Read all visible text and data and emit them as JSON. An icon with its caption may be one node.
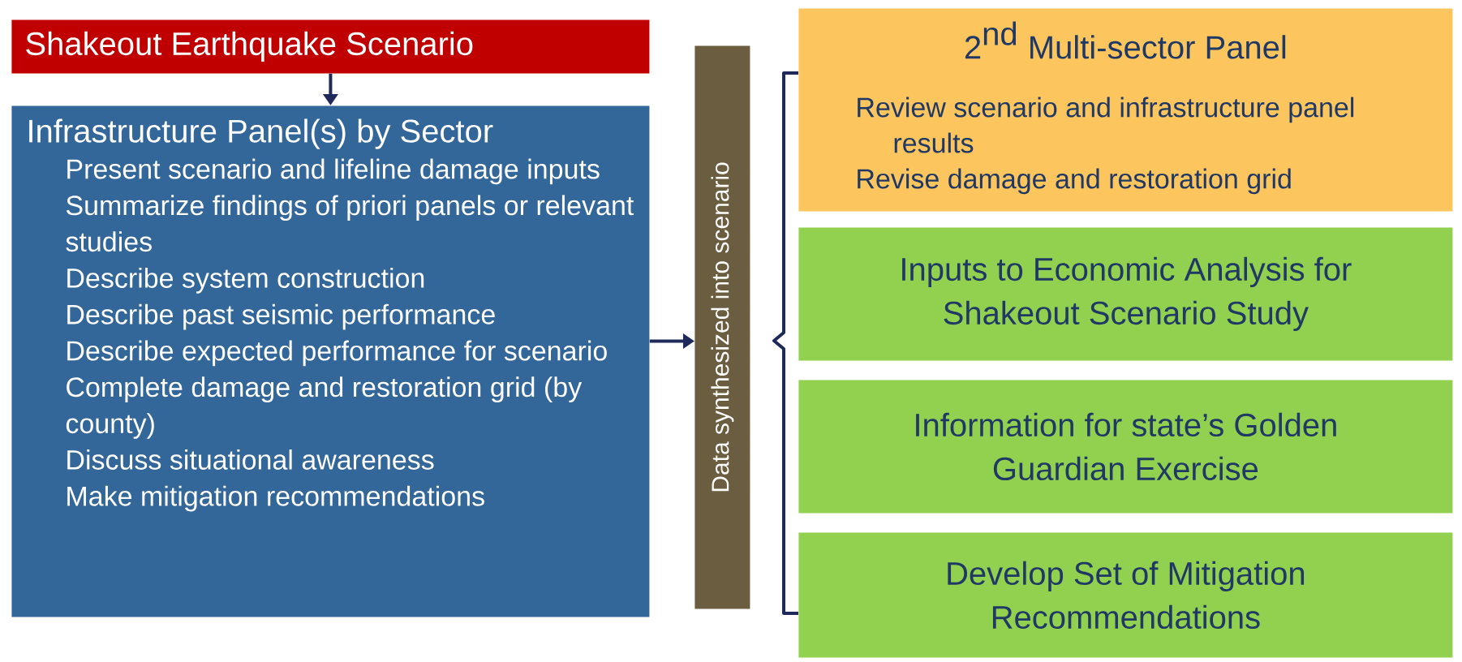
{
  "diagram": {
    "nodes": [
      {
        "text": [
          "Shakeout Earthquake Scenario"
        ]
      },
      {
        "text": [
          "Infrastructure Panel(s) by Sector",
          "Present scenario and lifeline damage inputs",
          "Summarize findings of priori panels or relevant studies",
          "Describe system construction",
          "Describe past seismic performance",
          "Describe expected performance for scenario",
          "Complete damage and restoration grid (by county)",
          "Discuss situational awareness",
          "Make mitigation recommendations"
        ]
      },
      {
        "text": [
          "Data synthesized into scenario"
        ]
      },
      {
        "text": [
          "\\textrm{2}^{\\textrm{nd}}\\textrm{ Multi-sector Panel}",
          "Review scenario and infrastructure panel results",
          "Revise damage and restoration grid"
        ]
      },
      {
        "text": [
          "Inputs to Economic Analysis for Shakeout Scenario Study"
        ]
      },
      {
        "text": [
          "Information for state’s Golden Guardian Exercise"
        ]
      },
      {
        "text": [
          "Develop Set of Mitigation Recommendations"
        ]
      }
    ],
    "edges": [
      {
        "from": 0,
        "to": 1,
        "arrow": "to"
      },
      {
        "from": 1,
        "to": 2,
        "arrow": "to"
      }
    ]
  }
}
